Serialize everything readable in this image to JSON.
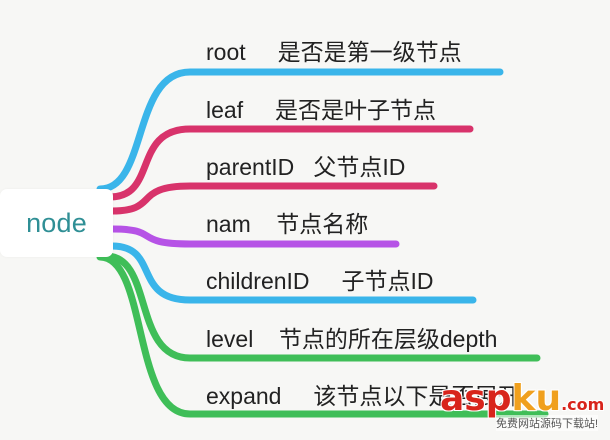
{
  "root": {
    "label": "node",
    "color": "#2f8f95"
  },
  "branches": [
    {
      "key": "root",
      "desc": "是否是第一级节点",
      "label": "root     是否是第一级节点",
      "color": "#3ab5ea"
    },
    {
      "key": "leaf",
      "desc": "是否是叶子节点",
      "label": "leaf     是否是叶子节点",
      "color": "#d8336b"
    },
    {
      "key": "parentID",
      "desc": "父节点ID",
      "label": "parentID   父节点ID",
      "color": "#d8336b"
    },
    {
      "key": "nam",
      "desc": "节点名称",
      "label": "nam    节点名称",
      "color": "#b653e6"
    },
    {
      "key": "childrenID",
      "desc": "子节点ID",
      "label": "childrenID     子节点ID",
      "color": "#3ab5ea"
    },
    {
      "key": "level",
      "desc": "节点的所在层级depth",
      "label": "level    节点的所在层级depth",
      "color": "#3fbe58"
    },
    {
      "key": "expand",
      "desc": "该节点以下是否展开",
      "label": "expand     该节点以下是否展开",
      "color": "#3fbe58"
    }
  ],
  "watermark": {
    "main_prefix": "asp",
    "main_accent": "ku",
    "main_suffix": ".com",
    "sub": "免费网站源码下载站!"
  }
}
